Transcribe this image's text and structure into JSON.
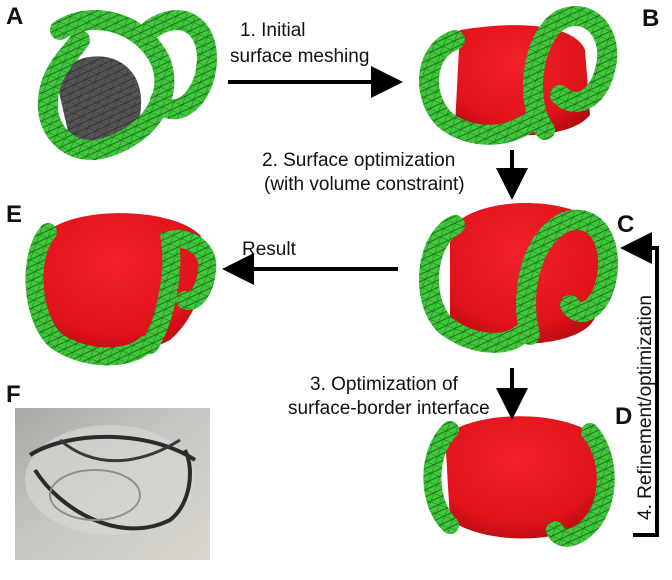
{
  "panels": {
    "A": "A",
    "B": "B",
    "C": "C",
    "D": "D",
    "E": "E",
    "F": "F"
  },
  "steps": {
    "step1": {
      "line1": "1. Initial",
      "line2": "surface meshing"
    },
    "step2": {
      "line1": "2. Surface optimization",
      "line2": "(with volume constraint)"
    },
    "step3": {
      "line1": "3. Optimization of",
      "line2": "surface-border interface"
    },
    "step4": {
      "line1": "4. Refinement/optimization"
    },
    "result": "Result"
  },
  "colors": {
    "border_green": "#3ec93a",
    "mesh_lines": "#1f5a1c",
    "surface_red": "#e8131a",
    "surface_dark": "#b90c12",
    "interior_gray": "#5a5a5a",
    "arrow": "#000000"
  }
}
